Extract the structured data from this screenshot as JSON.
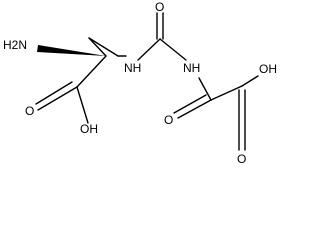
{
  "molecule": {
    "atom_labels": {
      "amine": "H2N",
      "acid1_carbonyl_o": "O",
      "acid1_hydroxyl": "OH",
      "urea_nh_left": "NH",
      "urea_carbonyl_o": "O",
      "urea_nh_right": "NH",
      "oxalyl_carbonyl_o": "O",
      "acid2_carbonyl_o": "O",
      "acid2_hydroxyl": "OH"
    },
    "colors": {
      "ink": "#000000",
      "background": "#ffffff"
    }
  }
}
